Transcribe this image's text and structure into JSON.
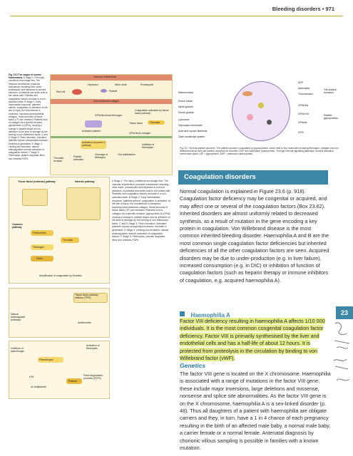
{
  "header": {
    "title": "Bleeding disorders  •  971"
  },
  "figure_caption": {
    "title": "Fig. 23.5 The stages of normal haemostasis.",
    "text": "A Stage 1: Pre-injury conditions encourage flow. The vascular endothelium produces substances including nitric oxide, prostacyclin and heparans to prevent adhesion of platelets and white cells to the vessel wall. Platelets and coagulation factors circulate in a non-activated state. B Stage 2: Early haemostatic response: platelets adhere; coagulation is activated. At the site of injury, the endothelium is breached, exposing subendothelial collagen. Small amounts of tissue factor (TF) are released. Platelets bind to collagen via a specific receptor, glycoprotein Ia (GPIa), causing a change in platelet shape and its adhesion to the area of damage by the binding of von Willebrand factor. C and D Stage 3: Fibrin formation. Activated platelets expose phospholipid surfaces; thrombin is generated. E Stage 4: Limiting clot formation: natural anticoagulants reverse activation of coagulation factors. F Stage 5: Fibrinolysis: plasmin degrades fibrin and releases FDPs."
  },
  "diagram_labels": {
    "top_band": "Vascular endothelium",
    "heparans": "Heparans",
    "nitric_oxide": "Nitric oxide",
    "prostacyclin": "Prostacyclin",
    "red_cell": "Red cell",
    "platelet": "Platelet",
    "subendothelial": "Subendothelial collagen",
    "gp1b": "GPIb/IIIa binds fibrinogen",
    "coag_activation": "Coagulation activation by tissue factor pathway",
    "tissue_factor": "Tissue factor",
    "thrombin": "Thrombin",
    "activated_platelet": "Activated platelet",
    "gp1a": "GPIa binds collagen",
    "activation_protein": "Activation of protein C pathway",
    "thrombin_receptor": "Thrombin receptor",
    "platelet_activation": "Platelet activation",
    "cleavage": "Cleavage of fibrinogen",
    "clot_stabilisation": "Clot stabilisation",
    "inhibition": "Inhibition of fibrinolysis",
    "tissue_factor_pathway": "Tissue factor (extrinsic) pathway",
    "intrinsic": "Intrinsic pathway",
    "common_pathway": "Common pathway",
    "prothrombin": "Prothrombin",
    "thrombin2": "Thrombin",
    "fibrinogen": "Fibrinogen",
    "fibrin": "Fibrin",
    "amplification": "Amplification of coagulation by thrombin",
    "natural_anticoag": "Natural anticoagulant pathways",
    "activation_fibrin": "Activation of fibrinolysis",
    "plasminogen": "Plasminogen",
    "plasmin": "Plasmin",
    "fibrin_degradation": "Fibrin degradation products (FDPs)",
    "pai": "Inhibitors of plasminogen",
    "antithrombin": "Antithrombin",
    "tfpi": "Tissue factor pathway inhibitor (TFPI)",
    "tpa": "t-PA",
    "alpha2": "α2-antiplasmin"
  },
  "right_figure": {
    "labels_left": [
      "Mitochondrion",
      "Dense tubule",
      "Alpha granule",
      "Dense granule",
      "Lysosome",
      "Glycocalyx membrane",
      "Actin and myosin filaments",
      "Open canalicular system"
    ],
    "labels_right": [
      "ADP",
      "Adrenaline",
      "Thromboxane",
      "GPIIb/IIIa",
      "GPIb/V/IX",
      "GPIa/IIa",
      "GPVI"
    ],
    "right_groups": [
      "Cell surface receptors",
      "Platelet glycoproteins"
    ],
    "caption": "Fig. 23.7 Normal platelet structure. The platelet surface is populated by glycoproteins, which bind to key molecules including fibrinogen, collagen and von Willebrand factor and cell surface receptors for thrombin, ADP and adrenaline (epinephrine). Through internal signalling pathways, several activation events take place. (GP = glycoprotein; ADP = adenosine diphosphate)"
  },
  "section": {
    "title": "Coagulation disorders",
    "para": [
      "Normal coagulation is explained in Figure 23.6 (p. 918). Coagulation factor deficiency may be congenital or acquired, and may affect one or several of the coagulation factors (Box 23.62). Inherited disorders are almost uniformly related to decreased synthesis, as a result of mutation in the gene encoding a key protein in coagulation. Von Willebrand disease is the most common inherited bleeding disorder. Haemophilia A and B are the most common single coagulation factor deficiencies but inherited deficiencies of all the other coagulation factors are seen. Acquired disorders may be due to under-production (e.g. in liver failure), increased consumption (e.g. in DIC) or inhibition of function of coagulation factors (such as heparin therapy or immune inhibitors of coagulation, e.g. acquired haemophilia A)."
    ],
    "haemophilia_head": "Haemophilia A",
    "haemophilia_para": "Factor VIII deficiency resulting in haemophilia A affects 1/10 000 individuals. It is the most common congenital coagulation factor deficiency. Factor VIII is primarily synthesised by the liver and endothelial cells and has a half-life of about 12 hours. It is protected from proteolysis in the circulation by binding to von Willebrand factor (vWF).",
    "genetics_head": "Genetics",
    "genetics_para": "The factor VIII gene is located on the X chromosome. Haemophilia is associated with a range of mutations in the factor VIII gene; these include major inversions, large deletions and missense, nonsense and splice site abnormalities. As the factor VIII gene is on the X chromosome, haemophilia A is a sex-linked disorder (p. 48). Thus all daughters of a patient with haemophilia are obligate carriers and they, in turn, have a 1 in 4 chance of each pregnancy resulting in the birth of an affected male baby, a normal male baby, a carrier female or a normal female. Antenatal diagnosis by chorionic villous sampling is possible in families with a known mutation.",
    "tab": "23"
  },
  "colors": {
    "accent": "#3c87a6",
    "highlight": "#e4ee8a",
    "rule": "#c9a640"
  }
}
